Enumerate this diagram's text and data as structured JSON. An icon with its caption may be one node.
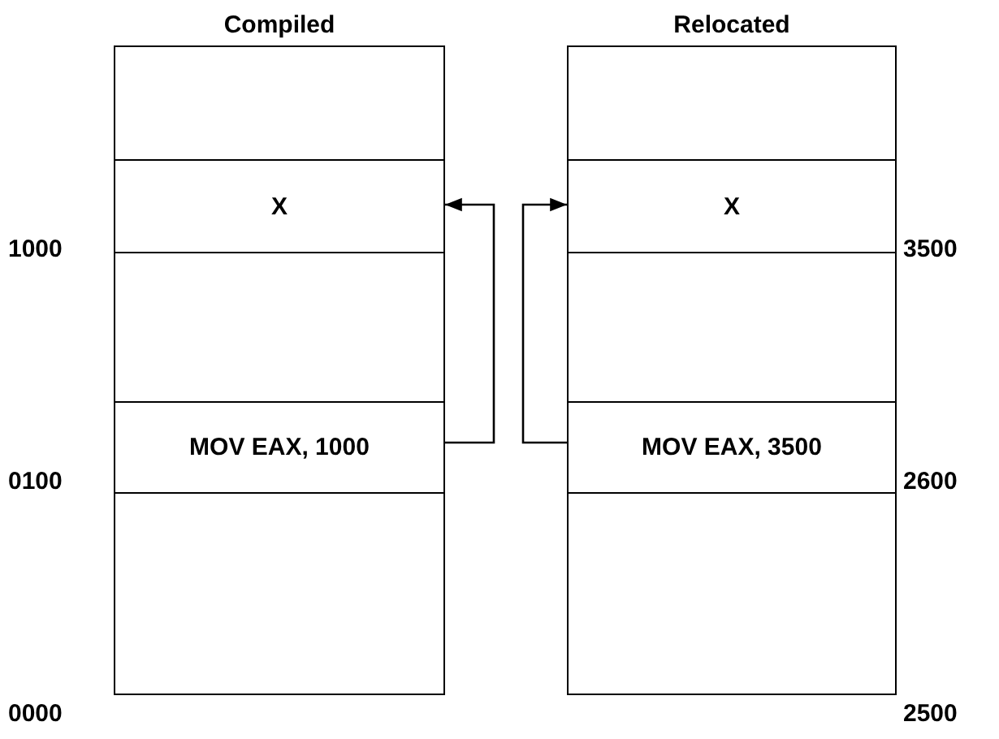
{
  "diagram": {
    "nodes": [
      {
        "text": [
          "Compiled"
        ]
      },
      {
        "text": [],
        "shape": "box",
        "in": 0
      },
      {
        "text": [
          "X"
        ],
        "in": 0
      },
      {
        "text": [],
        "shape": "box",
        "in": 0
      },
      {
        "text": [
          "MOV EAX, 1000"
        ],
        "in": 0
      },
      {
        "text": [],
        "shape": "box",
        "in": 0
      },
      {
        "text": [
          "Relocated"
        ]
      },
      {
        "text": [],
        "shape": "box",
        "in": 6
      },
      {
        "text": [
          "X"
        ],
        "in": 6
      },
      {
        "text": [],
        "shape": "box",
        "in": 6
      },
      {
        "text": [
          "MOV EAX, 3500"
        ],
        "in": 6
      },
      {
        "text": [],
        "shape": "box",
        "in": 6
      }
    ],
    "edges": [
      {
        "from": 4,
        "to": 2,
        "arrow": "to"
      },
      {
        "from": 10,
        "to": 8,
        "arrow": "to"
      }
    ],
    "labels": [
      "1000",
      "3500",
      "0100",
      "2600",
      "0000",
      "2500"
    ]
  }
}
